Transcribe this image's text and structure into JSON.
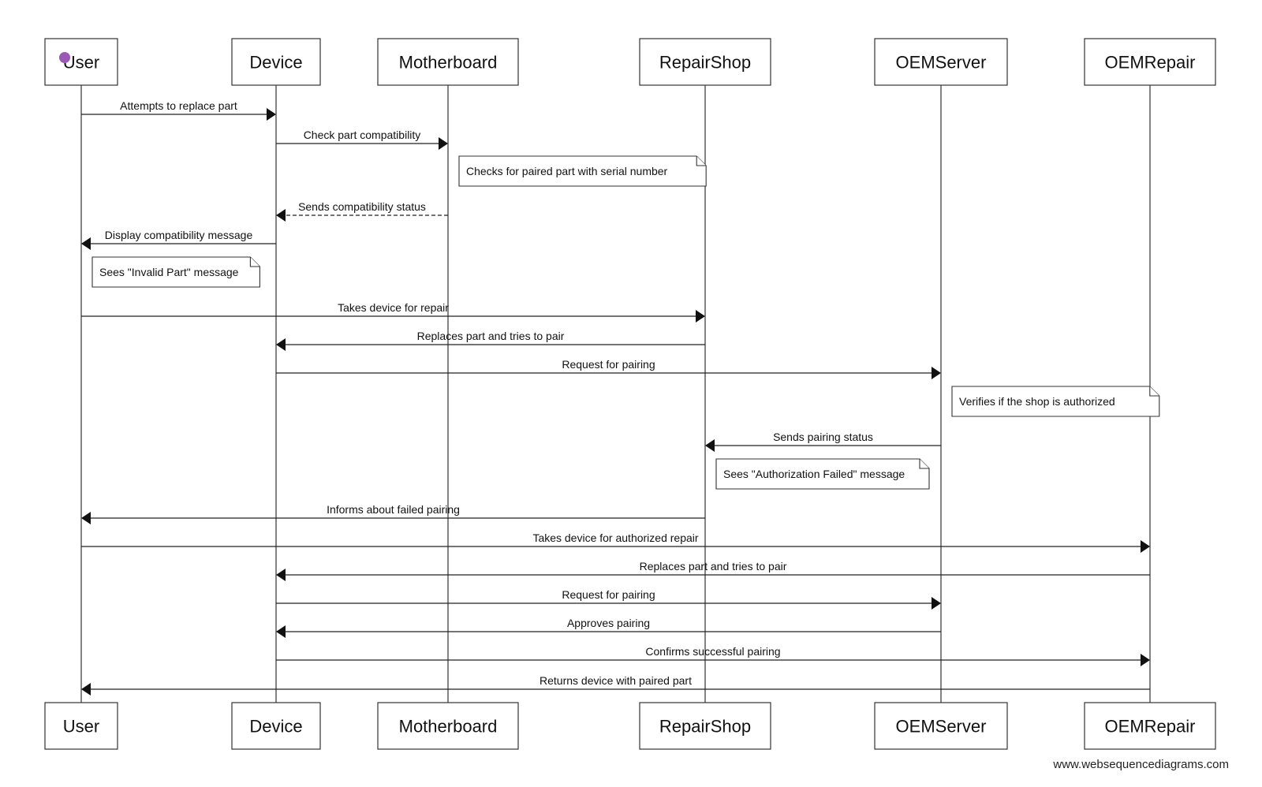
{
  "actors": [
    "User",
    "Device",
    "Motherboard",
    "RepairShop",
    "OEMServer",
    "OEMRepair"
  ],
  "messages": [
    {
      "from": "User",
      "to": "Device",
      "label": "Attempts to replace part",
      "style": "solid"
    },
    {
      "from": "Device",
      "to": "Motherboard",
      "label": "Check part compatibility",
      "style": "solid"
    },
    {
      "note": "Checks for paired part with serial number",
      "anchor": "Motherboard",
      "side": "right"
    },
    {
      "from": "Motherboard",
      "to": "Device",
      "label": "Sends compatibility status",
      "style": "dashed"
    },
    {
      "from": "Device",
      "to": "User",
      "label": "Display compatibility message",
      "style": "solid"
    },
    {
      "note": "Sees \"Invalid Part\" message",
      "anchor": "User",
      "side": "right"
    },
    {
      "from": "User",
      "to": "RepairShop",
      "label": "Takes device for repair",
      "style": "solid"
    },
    {
      "from": "RepairShop",
      "to": "Device",
      "label": "Replaces part and tries to pair",
      "style": "solid"
    },
    {
      "from": "Device",
      "to": "OEMServer",
      "label": "Request for pairing",
      "style": "solid"
    },
    {
      "note": "Verifies if the shop is authorized",
      "anchor": "OEMServer",
      "side": "right"
    },
    {
      "from": "OEMServer",
      "to": "RepairShop",
      "label": "Sends pairing status",
      "style": "solid"
    },
    {
      "note": "Sees \"Authorization Failed\" message",
      "anchor": "RepairShop",
      "side": "right"
    },
    {
      "from": "RepairShop",
      "to": "User",
      "label": "Informs about failed pairing",
      "style": "solid"
    },
    {
      "from": "User",
      "to": "OEMRepair",
      "label": "Takes device for authorized repair",
      "style": "solid"
    },
    {
      "from": "OEMRepair",
      "to": "Device",
      "label": "Replaces part and tries to pair",
      "style": "solid"
    },
    {
      "from": "Device",
      "to": "OEMServer",
      "label": "Request for pairing",
      "style": "solid"
    },
    {
      "from": "OEMServer",
      "to": "Device",
      "label": "Approves pairing",
      "style": "solid"
    },
    {
      "from": "Device",
      "to": "OEMRepair",
      "label": "Confirms successful pairing",
      "style": "solid"
    },
    {
      "from": "OEMRepair",
      "to": "User",
      "label": "Returns device with paired part",
      "style": "solid"
    }
  ],
  "watermark": "www.websequencediagrams.com",
  "colors": {
    "cursor_dot": "#9b59b6",
    "line": "#222222"
  }
}
